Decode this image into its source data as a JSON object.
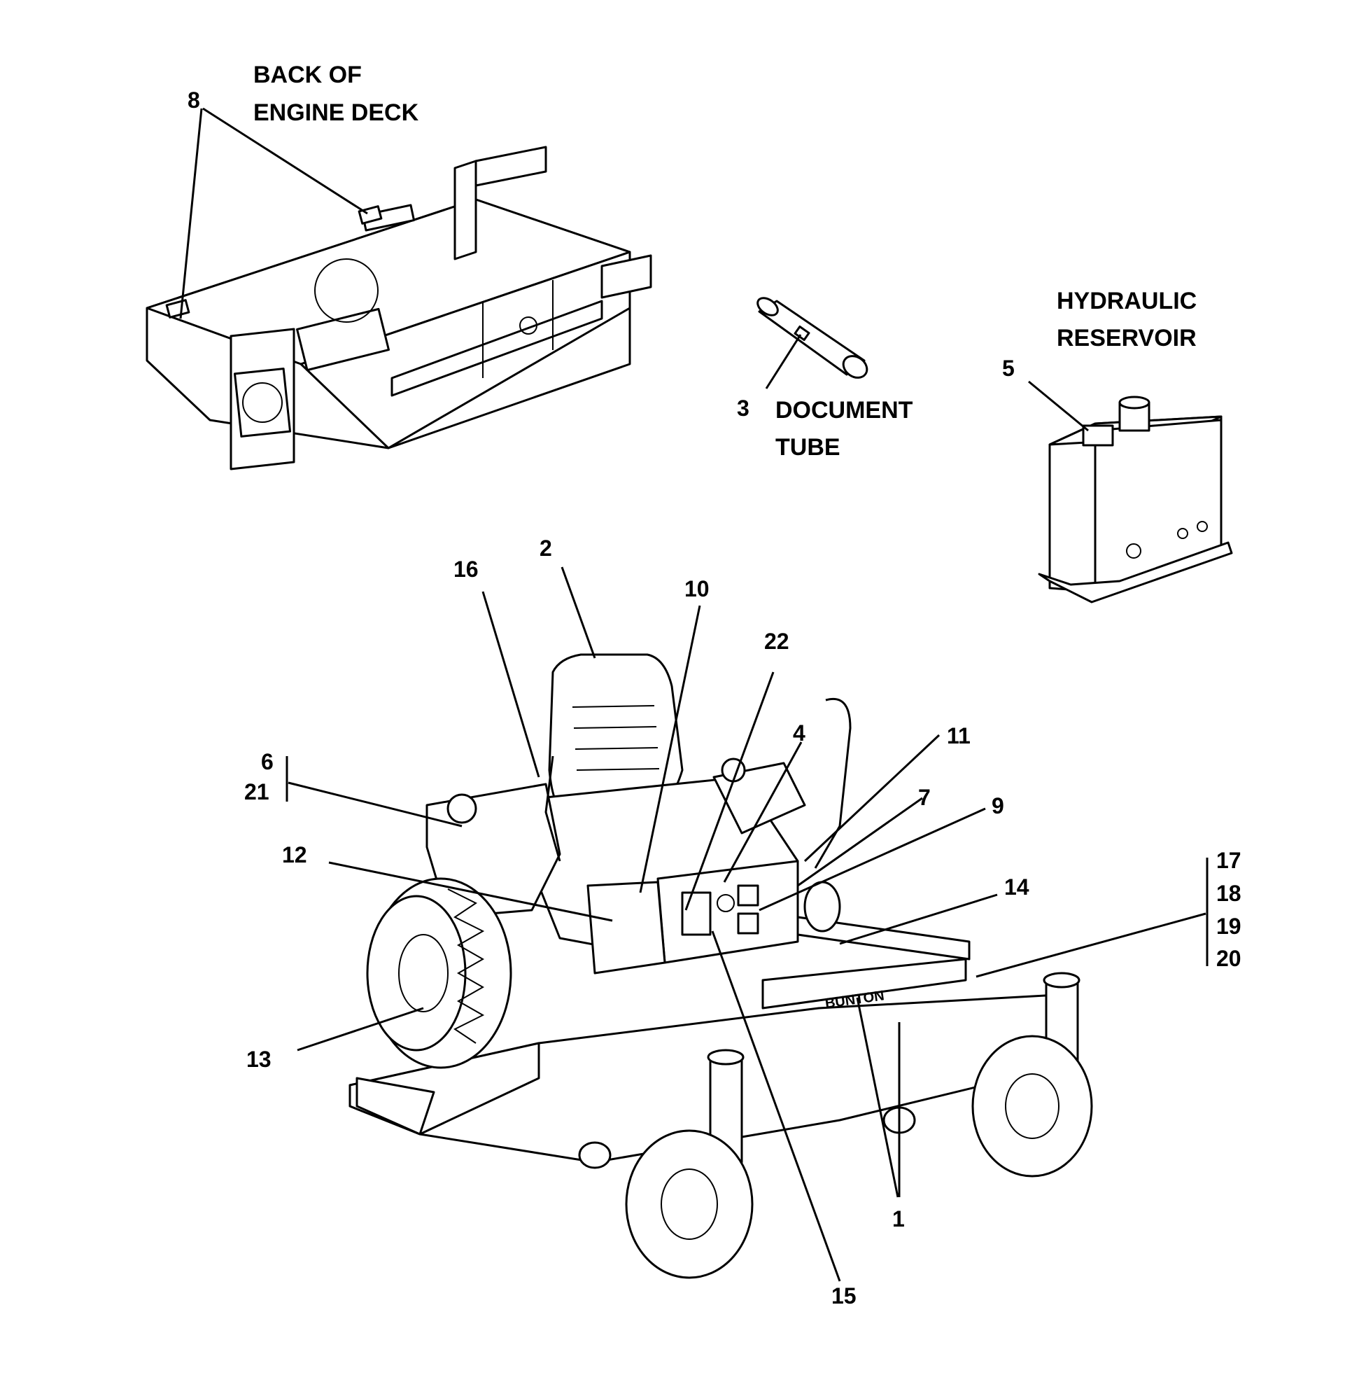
{
  "captions": {
    "engine_deck": [
      "BACK OF",
      "ENGINE DECK"
    ],
    "document_tube": [
      "DOCUMENT",
      "TUBE"
    ],
    "hydraulic_reservoir": [
      "HYDRAULIC",
      "RESERVOIR"
    ]
  },
  "brand_text": "BUNTON",
  "callouts": {
    "c1": "1",
    "c2": "2",
    "c3": "3",
    "c4": "4",
    "c5": "5",
    "c6": "6",
    "c7": "7",
    "c8": "8",
    "c9": "9",
    "c10": "10",
    "c11": "11",
    "c12": "12",
    "c13": "13",
    "c14": "14",
    "c15": "15",
    "c16": "16",
    "c17": "17",
    "c18": "18",
    "c19": "19",
    "c20": "20",
    "c21": "21",
    "c22": "22"
  }
}
